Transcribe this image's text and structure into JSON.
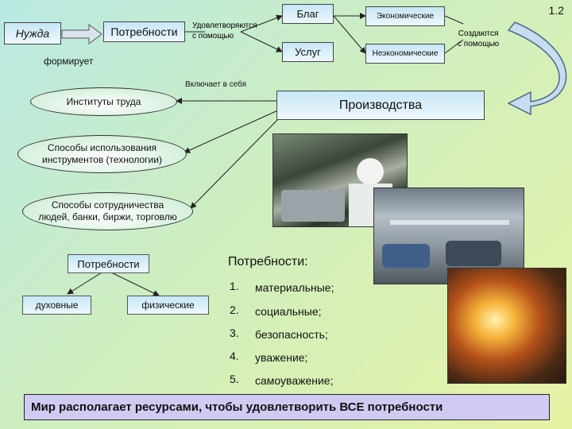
{
  "slide_number": "1.2",
  "top": {
    "need": "Нужда",
    "needs": "Потребности",
    "forms": "формирует",
    "satisfied_by": [
      "Удовлетворяются",
      "с помощью"
    ],
    "goods": "Благ",
    "services": "Услуг",
    "economic": "Экономические",
    "noneconomic": "Неэкономические",
    "created_by": [
      "Создаются",
      "с помощью"
    ]
  },
  "middle": {
    "includes": "Включает в себя",
    "labor_institutes": "Институты труда",
    "production": "Производства",
    "methods_tools": [
      "Способы использования",
      "инструментов (технологии)"
    ],
    "methods_coop": [
      "Способы сотрудничества",
      "людей, банки, биржи, торговлю"
    ]
  },
  "needs_tree": {
    "root": "Потребности",
    "left": "духовные",
    "right": "физические"
  },
  "needs_list": {
    "title": "Потребности:",
    "items": [
      {
        "n": "1.",
        "text": "материальные;"
      },
      {
        "n": "2.",
        "text": "социальные;"
      },
      {
        "n": "3.",
        "text": "безопасность;"
      },
      {
        "n": "4.",
        "text": "уважение;"
      },
      {
        "n": "5.",
        "text": "самоуважение;"
      }
    ]
  },
  "footer": "Мир располагает ресурсами, чтобы удовлетворить ВСЕ потребности",
  "colors": {
    "box_top": "#c6e6f6",
    "oval": "#d6f0dd",
    "footer_bg": "#cfcbf2"
  }
}
